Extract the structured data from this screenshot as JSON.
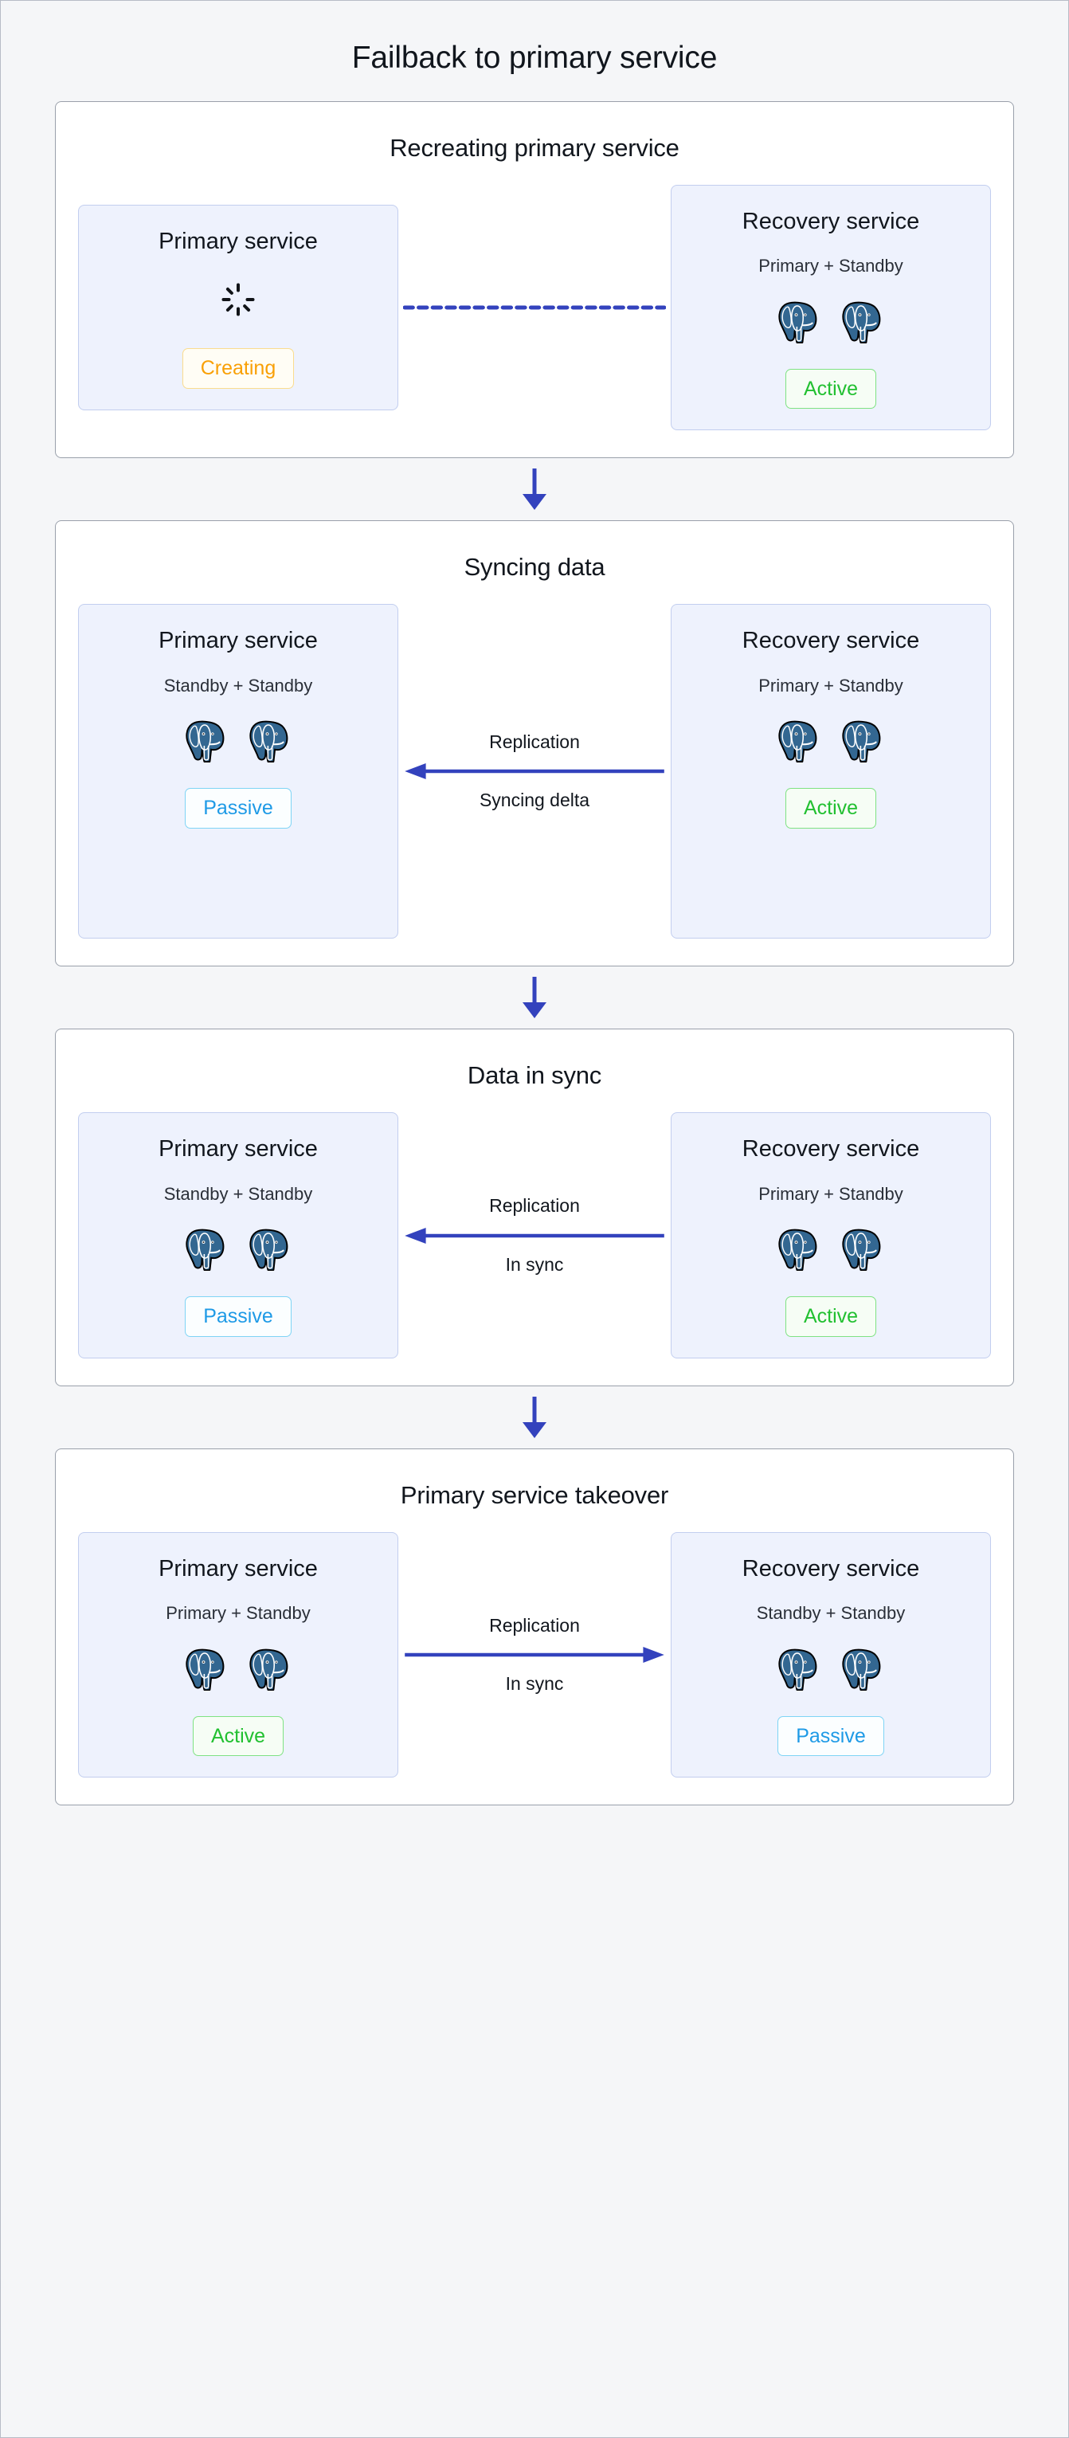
{
  "diagram": {
    "title": "Failback to primary service",
    "type": "flow",
    "colors": {
      "accent_blue": "#3342bd",
      "card_bg": "#eef2fd",
      "card_border": "#c2ceef",
      "page_bg": "#f5f6f8",
      "status_creating": "#f9a006",
      "status_active": "#22c031",
      "status_passive": "#1e9ae6",
      "pg_elephant": "#336791"
    }
  },
  "stages": [
    {
      "id": "recreating-primary-service",
      "title": "Recreating primary service",
      "left": {
        "name": "primary-service",
        "title": "Primary service",
        "subtitle": "",
        "icon": "spinner-icon",
        "db_count": 0,
        "status": "Creating",
        "status_kind": "creating"
      },
      "connector": {
        "style": "dashed",
        "direction": "none",
        "label_top": "",
        "label_bottom": ""
      },
      "right": {
        "name": "recovery-service",
        "title": "Recovery service",
        "subtitle": "Primary + Standby",
        "icon": "",
        "db_count": 2,
        "status": "Active",
        "status_kind": "active"
      }
    },
    {
      "id": "syncing-data",
      "title": "Syncing data",
      "left": {
        "name": "primary-service",
        "title": "Primary service",
        "subtitle": "Standby + Standby",
        "icon": "",
        "db_count": 2,
        "status": "Passive",
        "status_kind": "passive"
      },
      "connector": {
        "style": "solid",
        "direction": "left",
        "label_top": "Replication",
        "label_bottom": "Syncing delta"
      },
      "right": {
        "name": "recovery-service",
        "title": "Recovery service",
        "subtitle": "Primary + Standby",
        "icon": "",
        "db_count": 2,
        "status": "Active",
        "status_kind": "active"
      }
    },
    {
      "id": "data-in-sync",
      "title": "Data in sync",
      "left": {
        "name": "primary-service",
        "title": "Primary service",
        "subtitle": "Standby + Standby",
        "icon": "",
        "db_count": 2,
        "status": "Passive",
        "status_kind": "passive"
      },
      "connector": {
        "style": "solid",
        "direction": "left",
        "label_top": "Replication",
        "label_bottom": "In sync"
      },
      "right": {
        "name": "recovery-service",
        "title": "Recovery service",
        "subtitle": "Primary + Standby",
        "icon": "",
        "db_count": 2,
        "status": "Active",
        "status_kind": "active"
      }
    },
    {
      "id": "primary-service-takeover",
      "title": "Primary service takeover",
      "left": {
        "name": "primary-service",
        "title": "Primary service",
        "subtitle": "Primary + Standby",
        "icon": "",
        "db_count": 2,
        "status": "Active",
        "status_kind": "active"
      },
      "connector": {
        "style": "solid",
        "direction": "right",
        "label_top": "Replication",
        "label_bottom": "In sync"
      },
      "right": {
        "name": "recovery-service",
        "title": "Recovery service",
        "subtitle": "Standby + Standby",
        "icon": "",
        "db_count": 2,
        "status": "Passive",
        "status_kind": "passive"
      }
    }
  ]
}
